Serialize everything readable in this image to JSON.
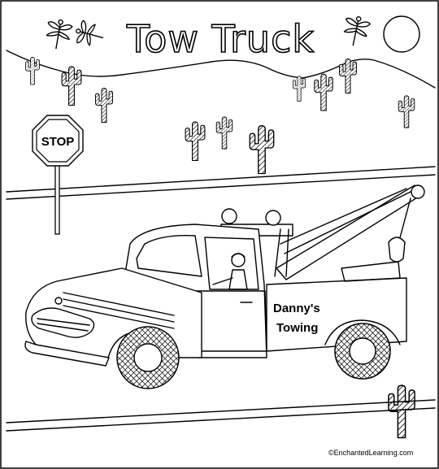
{
  "title": "Tow Truck",
  "sign_text": "STOP",
  "door_line1": "Danny's",
  "door_line2": "Towing",
  "credit": "©EnchantedLearning.com",
  "colors": {
    "ink": "#000000",
    "paper": "#ffffff"
  },
  "icons": [
    "dragonfly-icon",
    "sun-icon",
    "cactus-icon",
    "stop-sign-icon",
    "tow-truck-icon"
  ]
}
